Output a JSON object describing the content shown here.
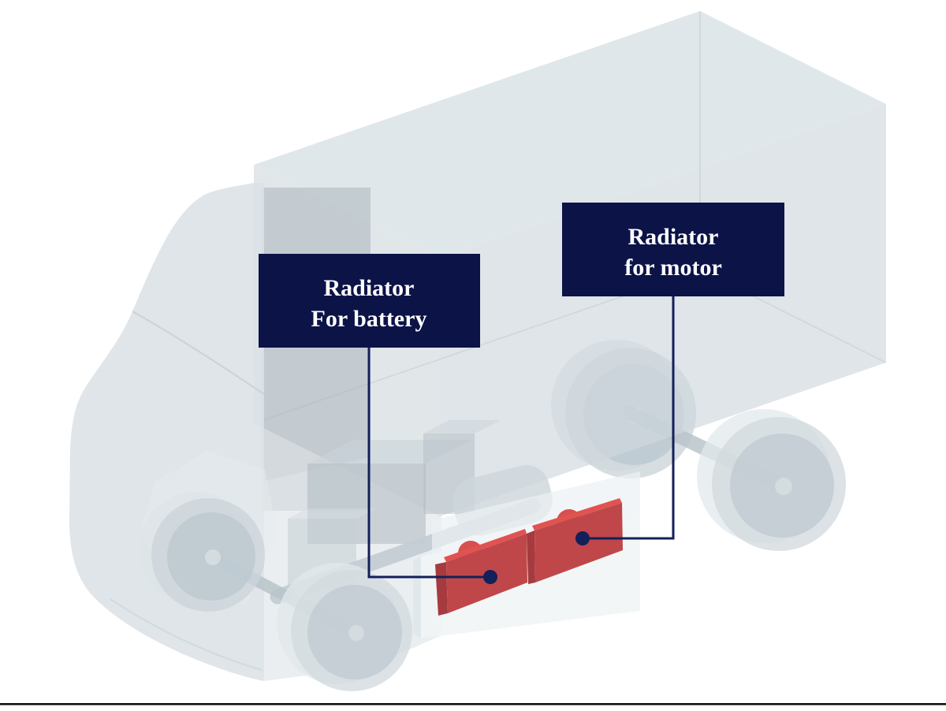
{
  "figure": {
    "description": "Translucent 3D cutaway render of an electric box truck chassis with two red radiator units highlighted under the cargo body"
  },
  "annotations": {
    "battery_radiator_label": {
      "line1": "Radiator",
      "line2": "For battery"
    },
    "motor_radiator_label": {
      "line1": "Radiator",
      "line2": "for motor"
    }
  },
  "colors": {
    "background": "#ffffff",
    "label_bg": "#0b1347",
    "label_text": "#ffffff",
    "leader_line": "#13205a",
    "radiator_red": "#bf4749",
    "radiator_red_light": "#e05350",
    "radiator_red_dark": "#a63b3f",
    "radiator_red_bump": "#d5504f",
    "truck_body_gray": "#dfe6e9",
    "bottom_rule": "#0a0a0a"
  }
}
